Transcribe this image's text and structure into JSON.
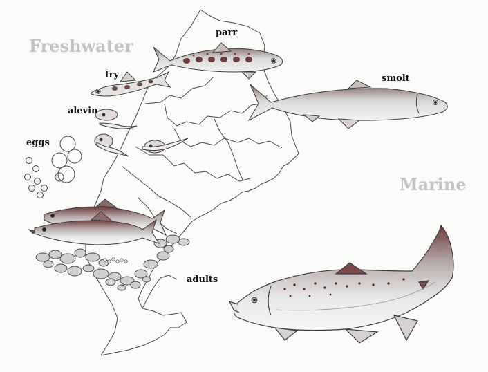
{
  "regions": {
    "freshwater": "Freshwater",
    "marine": "Marine"
  },
  "stages": {
    "eggs": "eggs",
    "alevin": "alevin",
    "fry": "fry",
    "parr": "parr",
    "smolt": "smolt",
    "adults": "adults"
  },
  "colors": {
    "ink": "#3a3a3a",
    "fish_dark": "#5a2c2c",
    "fish_light": "#dcdcdc",
    "spots": "#5a2020",
    "region_text": "#c3c3c3"
  }
}
